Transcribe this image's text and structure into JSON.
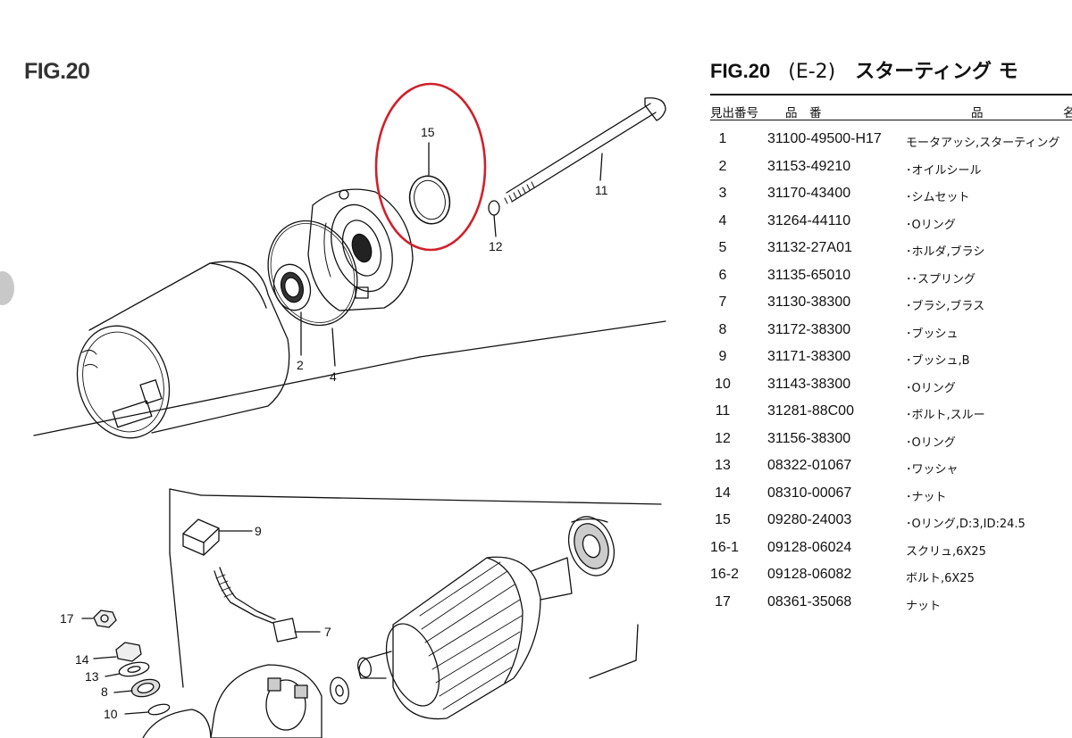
{
  "left_figure_label": "FIG.20",
  "title": {
    "fig": "FIG.20",
    "code": "(E-2)",
    "name": "スターティング モ"
  },
  "table_header": {
    "ref": "見出番号",
    "part": "品　番",
    "desc": "品",
    "extra": "名"
  },
  "rows": [
    {
      "no": "1",
      "part": "31100-49500-H17",
      "desc": "モータアッシ,スターティング"
    },
    {
      "no": "2",
      "part": "31153-49210",
      "desc": "･オイルシール"
    },
    {
      "no": "3",
      "part": "31170-43400",
      "desc": "･シムセット"
    },
    {
      "no": "4",
      "part": "31264-44110",
      "desc": "･Oリング"
    },
    {
      "no": "5",
      "part": "31132-27A01",
      "desc": "･ホルダ,ブラシ"
    },
    {
      "no": "6",
      "part": "31135-65010",
      "desc": "･･スプリング"
    },
    {
      "no": "7",
      "part": "31130-38300",
      "desc": "･ブラシ,ブラス"
    },
    {
      "no": "8",
      "part": "31172-38300",
      "desc": "･ブッシュ"
    },
    {
      "no": "9",
      "part": "31171-38300",
      "desc": "･ブッシュ,B"
    },
    {
      "no": "10",
      "part": "31143-38300",
      "desc": "･Oリング"
    },
    {
      "no": "11",
      "part": "31281-88C00",
      "desc": "･ボルト,スルー"
    },
    {
      "no": "12",
      "part": "31156-38300",
      "desc": "･Oリング"
    },
    {
      "no": "13",
      "part": "08322-01067",
      "desc": "･ワッシャ"
    },
    {
      "no": "14",
      "part": "08310-00067",
      "desc": "･ナット"
    },
    {
      "no": "15",
      "part": "09280-24003",
      "desc": "･Oリング,D:3,ID:24.5"
    },
    {
      "no": "16-1",
      "part": "09128-06024",
      "desc": "スクリュ,6X25"
    },
    {
      "no": "16-2",
      "part": "09128-06082",
      "desc": "ボルト,6X25"
    },
    {
      "no": "17",
      "part": "08361-35068",
      "desc": "ナット"
    }
  ],
  "callouts": {
    "c15": "15",
    "c11": "11",
    "c12": "12",
    "c2": "2",
    "c4": "4",
    "c9": "9",
    "c7": "7",
    "c17": "17",
    "c14": "14",
    "c13": "13",
    "c8": "8",
    "c10": "10"
  },
  "colors": {
    "highlight": "#d0202a",
    "ink": "#111111"
  }
}
